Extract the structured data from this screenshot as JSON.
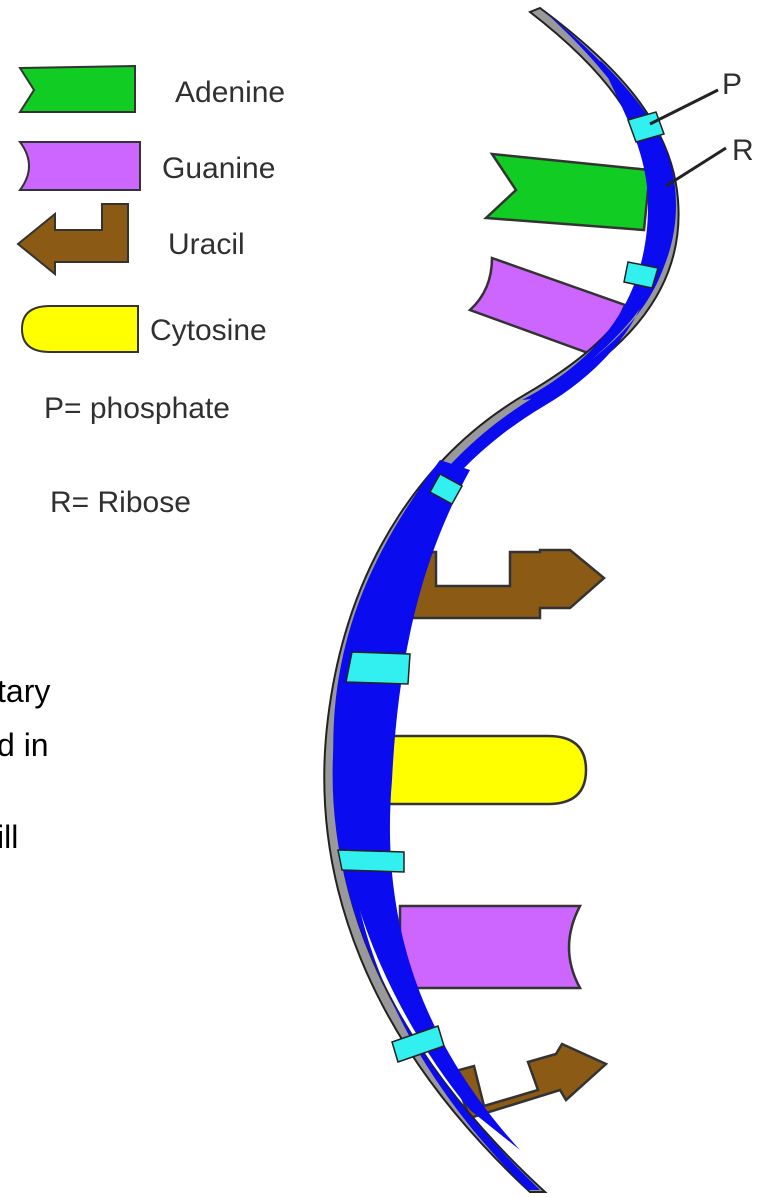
{
  "legend": {
    "items": [
      {
        "label": "Adenine",
        "color": "#11cc22",
        "shape": "notched-tag"
      },
      {
        "label": "Guanine",
        "color": "#cc66ff",
        "shape": "notched-tag"
      },
      {
        "label": "Uracil",
        "color": "#8b5a14",
        "shape": "hooked-arrow"
      },
      {
        "label": "Cytosine",
        "color": "#ffff00",
        "shape": "rounded-tag"
      }
    ],
    "notes": [
      "P= phosphate",
      "R= Ribose"
    ]
  },
  "callouts": {
    "phosphate": "P",
    "ribose": "R"
  },
  "body_text_fragments": [
    "tary",
    "d in",
    "ill"
  ],
  "colors": {
    "backbone": "#0b0bf0",
    "phosphate": "#33f0f0",
    "outline": "#333333",
    "edge": "#888888"
  }
}
